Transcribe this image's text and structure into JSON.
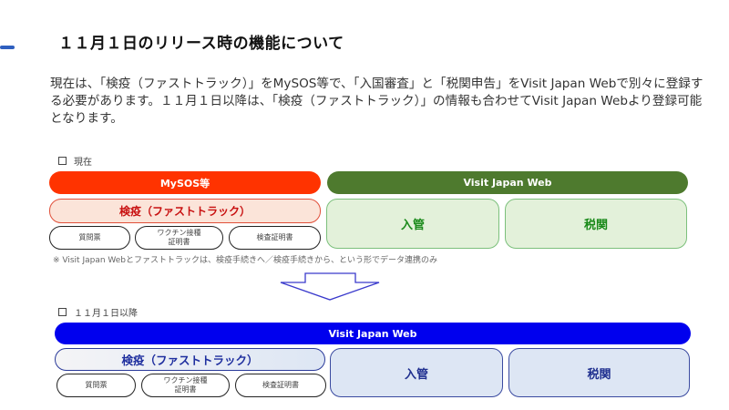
{
  "title": "１１月１日のリリース時の機能について",
  "description": "現在は、「検疫（ファストトラック）」をMySOS等で、「入国審査」と「税関申告」をVisit Japan Webで別々に登録する必要があります。１１月１日以降は、「検疫（ファストトラック）」の情報も合わせてVisit Japan Webより登録可能となります。",
  "current": {
    "label": "現在",
    "mysos_bar": "MySOS等",
    "vjw_bar": "Visit Japan Web",
    "quarantine": "検疫（ファストトラック）",
    "items": [
      "質問票",
      "ワクチン接種\n証明書",
      "検査証明書"
    ],
    "immigration": "入管",
    "customs": "税関",
    "note": "※ Visit Japan Webとファストトラックは、検疫手続きへ／検疫手続きから、という形でデータ連携のみ"
  },
  "after": {
    "label": "１１月１日以降",
    "vjw_bar": "Visit Japan Web",
    "quarantine": "検疫（ファストトラック）",
    "items": [
      "質問票",
      "ワクチン接種\n証明書",
      "検査証明書"
    ],
    "immigration": "入管",
    "customs": "税関"
  },
  "colors": {
    "mysos": "#ff3300",
    "vjw_current": "#4e7a2e",
    "vjw_after": "#0000ee"
  }
}
